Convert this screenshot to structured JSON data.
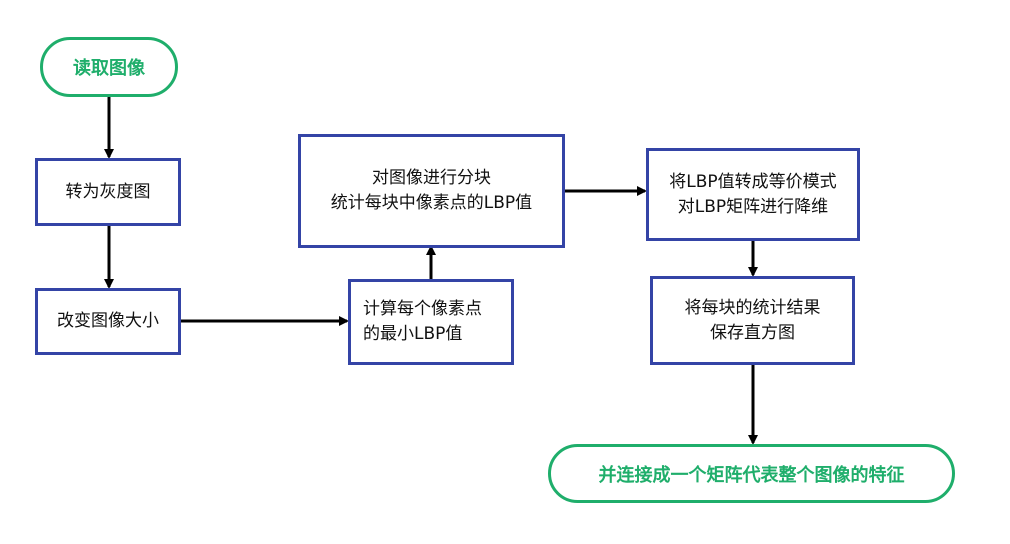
{
  "flowchart": {
    "start": "读取图像",
    "grayscale": "转为灰度图",
    "resize": "改变图像大小",
    "compute_min_lbp": [
      "计算每个像素点",
      "的最小LBP值"
    ],
    "block_stats": [
      "对图像进行分块",
      "统计每块中像素点的LBP值"
    ],
    "equivalent_mode": [
      "将LBP值转成等价模式",
      "对LBP矩阵进行降维"
    ],
    "save_histogram": [
      "将每块的统计结果",
      "保存直方图"
    ],
    "end": "并连接成一个矩阵代表整个图像的特征"
  },
  "colors": {
    "process_border": "#3444a6",
    "terminal": "#1fae6b",
    "arrow": "#000000"
  }
}
